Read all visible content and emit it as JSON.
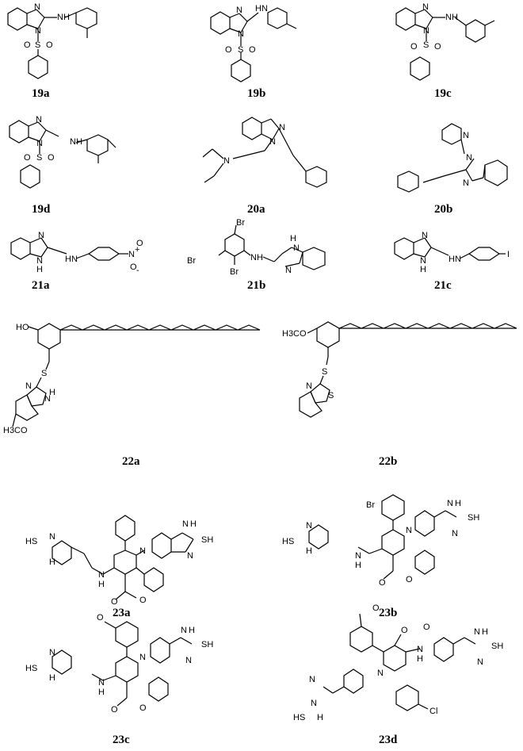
{
  "figure": {
    "compounds": [
      {
        "id": "19a",
        "label": "19a",
        "atoms": [
          "N",
          "N",
          "NH",
          "S",
          "O",
          "O"
        ]
      },
      {
        "id": "19b",
        "label": "19b",
        "atoms": [
          "N",
          "N",
          "HN",
          "S",
          "O",
          "O"
        ]
      },
      {
        "id": "19c",
        "label": "19c",
        "atoms": [
          "N",
          "N",
          "NH",
          "S",
          "O",
          "O"
        ]
      },
      {
        "id": "19d",
        "label": "19d",
        "atoms": [
          "N",
          "N",
          "NH",
          "S",
          "O",
          "O"
        ]
      },
      {
        "id": "20a",
        "label": "20a",
        "atoms": [
          "N",
          "N",
          "N"
        ]
      },
      {
        "id": "20b",
        "label": "20b",
        "atoms": [
          "N",
          "N",
          "N"
        ]
      },
      {
        "id": "21a",
        "label": "21a",
        "atoms": [
          "N",
          "N",
          "H",
          "HN",
          "N",
          "+",
          "O",
          "-",
          "O"
        ]
      },
      {
        "id": "21b",
        "label": "21b",
        "atoms": [
          "Br",
          "Br",
          "Br",
          "NH",
          "H",
          "N",
          "N"
        ]
      },
      {
        "id": "21c",
        "label": "21c",
        "atoms": [
          "N",
          "N",
          "H",
          "HN",
          "I"
        ]
      },
      {
        "id": "22a",
        "label": "22a",
        "atoms": [
          "HO",
          "S",
          "N",
          "H",
          "N",
          "H3CO"
        ]
      },
      {
        "id": "22b",
        "label": "22b",
        "atoms": [
          "H3CO",
          "S",
          "N",
          "S"
        ]
      },
      {
        "id": "23a",
        "label": "23a",
        "atoms": [
          "N",
          "H",
          "N",
          "SH",
          "N",
          "HS",
          "N",
          "H",
          "N",
          "H",
          "O",
          "O"
        ]
      },
      {
        "id": "23b",
        "label": "23b",
        "atoms": [
          "Br",
          "N",
          "H",
          "N",
          "SH",
          "N",
          "HS",
          "N",
          "H",
          "N",
          "H",
          "O",
          "O"
        ]
      },
      {
        "id": "23c",
        "label": "23c",
        "atoms": [
          "O",
          "N",
          "H",
          "N",
          "SH",
          "N",
          "HS",
          "N",
          "H",
          "N",
          "H",
          "O",
          "O"
        ]
      },
      {
        "id": "23d",
        "label": "23d",
        "atoms": [
          "O",
          "O",
          "O",
          "N",
          "H",
          "N",
          "SH",
          "N",
          "H",
          "N",
          "N",
          "HS",
          "N",
          "H",
          "Cl"
        ]
      }
    ]
  }
}
